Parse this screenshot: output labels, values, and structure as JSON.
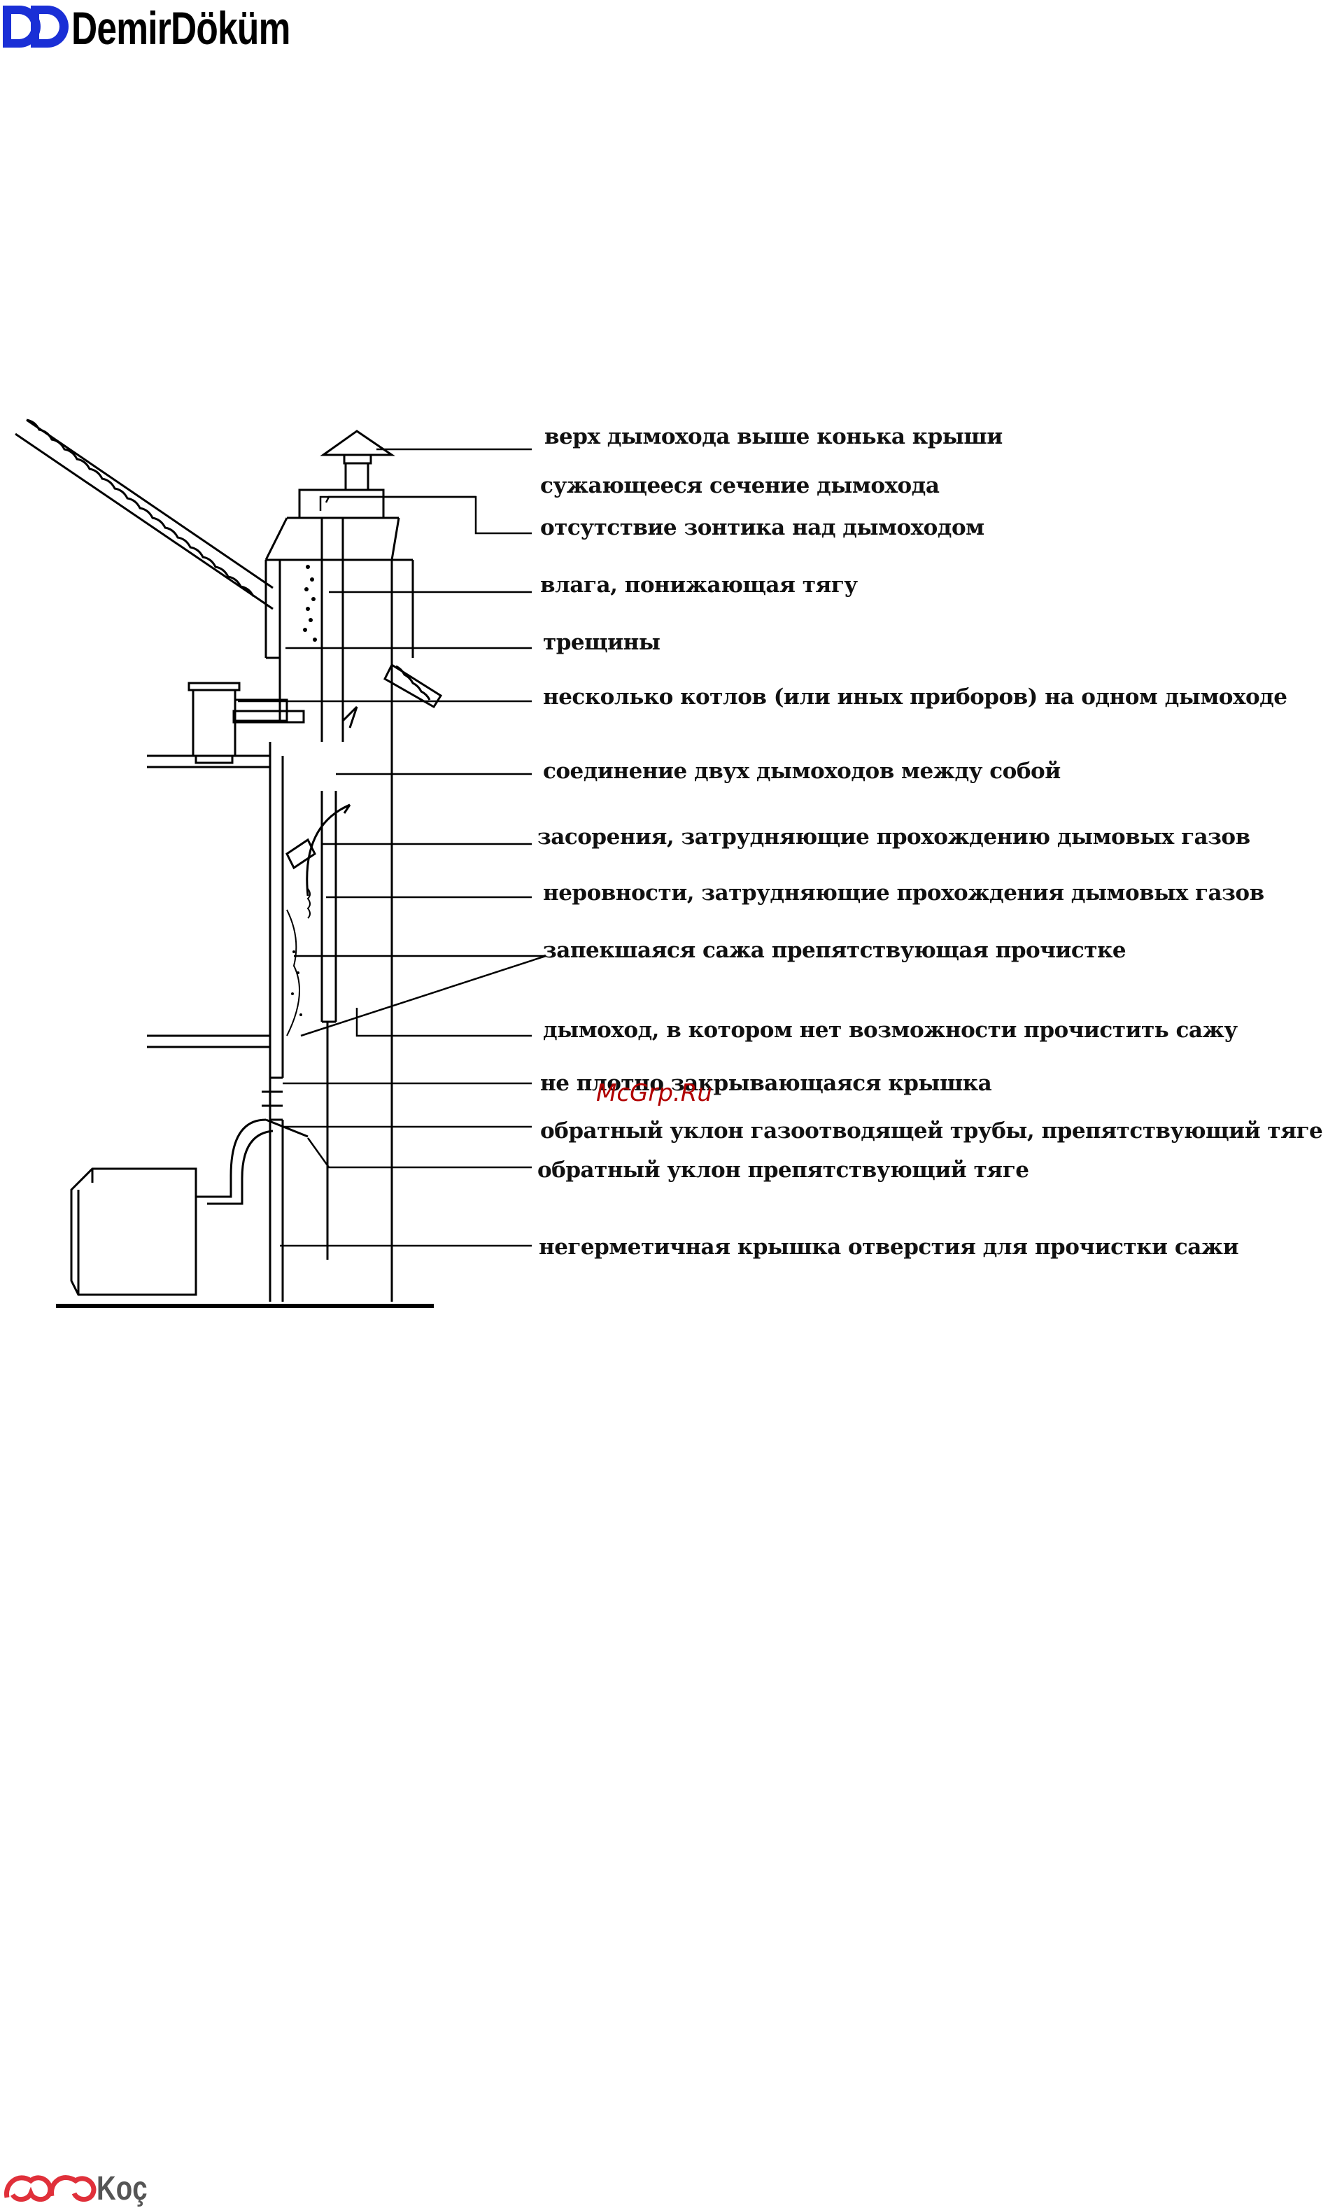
{
  "header": {
    "brand": "DemirDöküm"
  },
  "labels": [
    "верх дымохода выше конька крыши",
    "сужающееся сечение дымохода",
    "отсутствие зонтика над дымоходом",
    "влага, понижающая тягу",
    "трещины",
    "несколько котлов (или иных приборов) на одном дымоходе",
    "соединение двух дымоходов между собой",
    "засорения, затрудняющие прохождению дымовых газов",
    "неровности, затрудняющие прохождения дымовых газов",
    "запекшаяся сажа препятствующая прочистке",
    "дымоход, в котором нет возможности прочистить сажу",
    "не плотно закрывающаяся крышка",
    "обратный уклон газоотводящей трубы, препятствующий тяге",
    "обратный уклон препятствующий тяге",
    "негерметичная крышка отверстия для прочистки сажи"
  ],
  "watermark": "McGrp.Ru",
  "footer": {
    "brand": "Koç"
  },
  "colors": {
    "logo_blue": "#1a2fd6",
    "footer_red": "#e0303a",
    "footer_gray": "#555555"
  }
}
